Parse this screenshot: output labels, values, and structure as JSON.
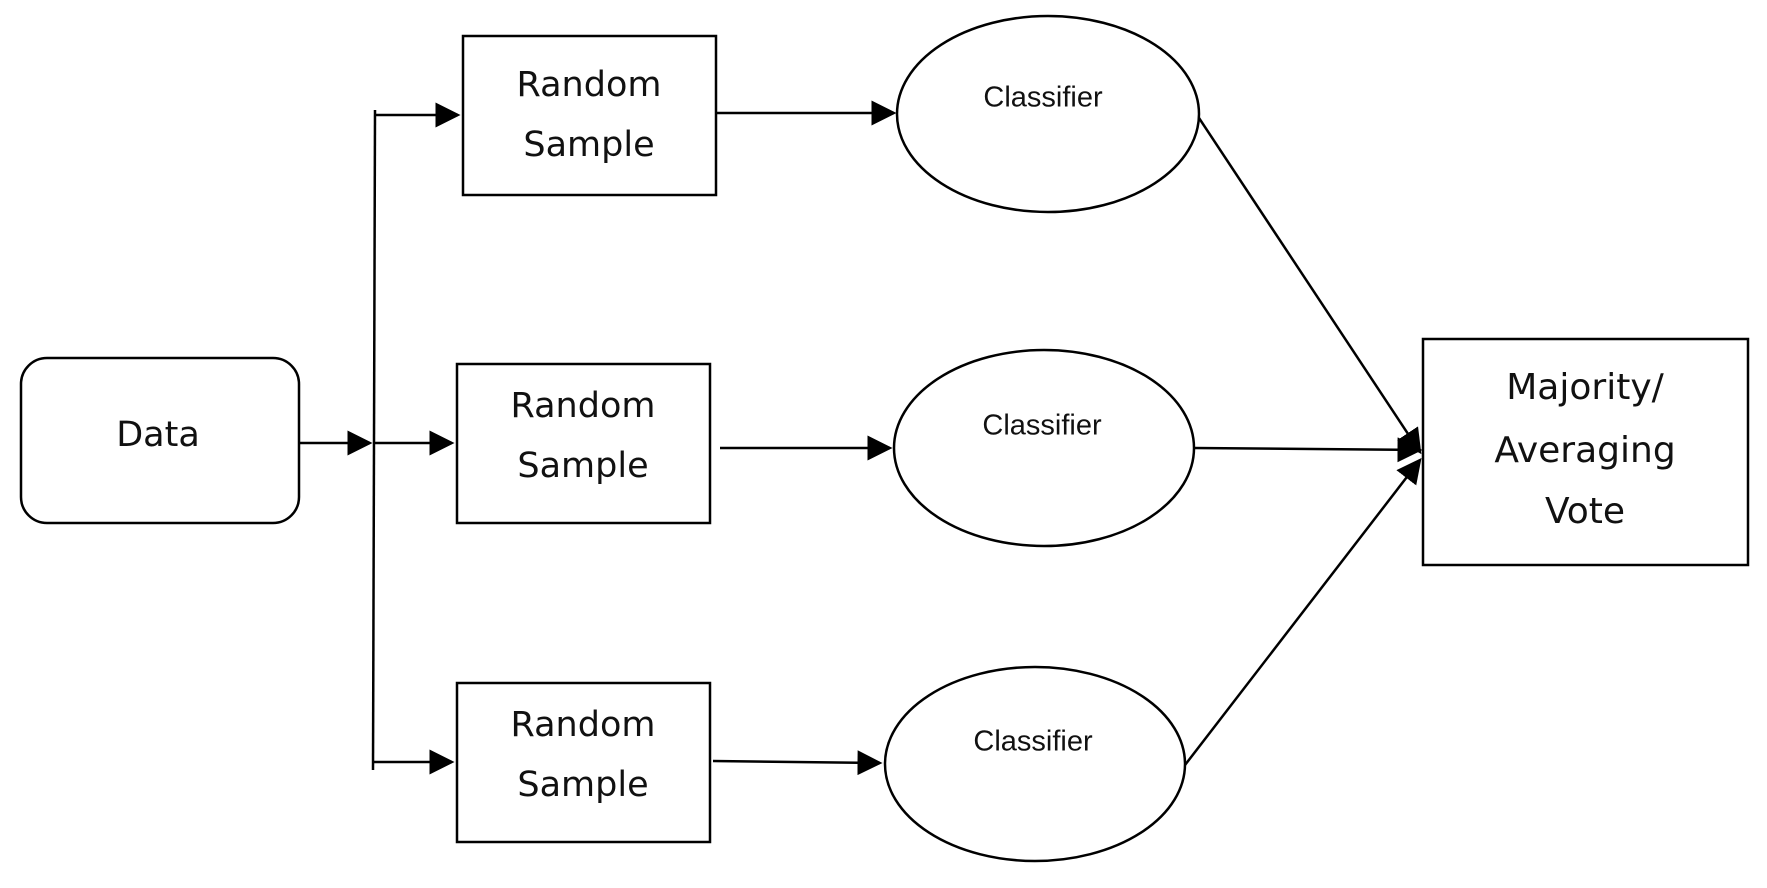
{
  "diagram": {
    "data_node": {
      "label": "Data"
    },
    "samples": [
      {
        "line1": "Random",
        "line2": "Sample"
      },
      {
        "line1": "Random",
        "line2": "Sample"
      },
      {
        "line1": "Random",
        "line2": "Sample"
      }
    ],
    "classifiers": [
      {
        "label": "Classifier"
      },
      {
        "label": "Classifier"
      },
      {
        "label": "Classifier"
      }
    ],
    "vote_node": {
      "line1": "Majority/",
      "line2": "Averaging",
      "line3": "Vote"
    }
  }
}
